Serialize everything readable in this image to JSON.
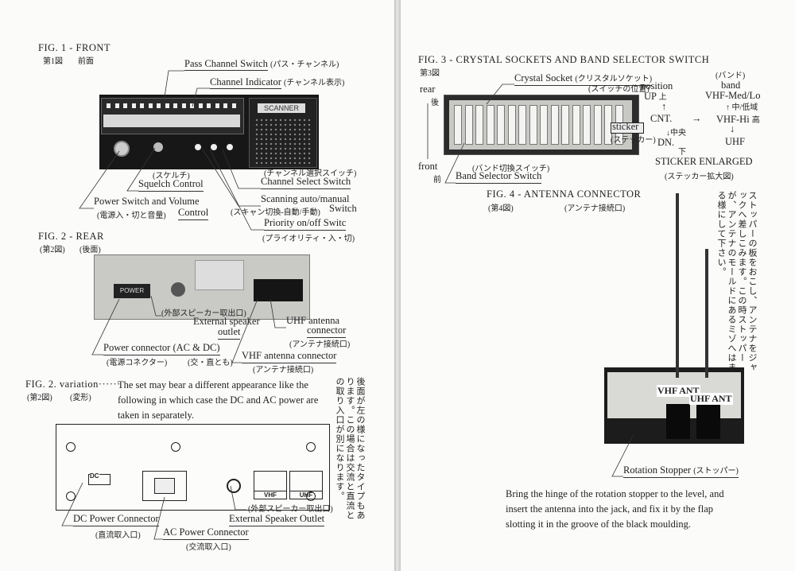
{
  "fig1": {
    "title": "FIG. 1 - FRONT",
    "title_jp": "第1図",
    "subtitle_jp": "前面",
    "scanner_label": "SCANNER",
    "labels": {
      "pass_channel": "Pass Channel Switch",
      "pass_channel_jp": "(パス・チャンネル)",
      "channel_indicator": "Channel Indicator",
      "channel_indicator_jp": "(チャンネル表示)",
      "squelch_jp": "(スケルチ)",
      "squelch": "Squelch Control",
      "channel_select_jp": "(チャンネル選択スイッチ)",
      "channel_select": "Channel Select Switch",
      "power_volume": "Power Switch and Volume",
      "power_volume_jp": "(電源入・切と音量)",
      "control": "Control",
      "scanning": "Scanning auto/manual",
      "scanning_jp": "(スキャン切換-自動/手動)",
      "switch": "Switch",
      "priority": "Priority on/off Switc",
      "priority_jp": "(プライオリティ・入・切)"
    }
  },
  "fig2": {
    "title": "FIG. 2 - REAR",
    "title_jp": "(第2図)",
    "subtitle_jp": "(後面)",
    "power_plate": "POWER",
    "labels": {
      "ext_speaker_jp": "(外部スピーカー取出口)",
      "ext_speaker": "External speaker",
      "outlet": "outlet",
      "uhf_antenna": "UHF antenna",
      "connector": "connector",
      "uhf_antenna_jp": "(アンテナ接続口)",
      "power_connector": "Power connector (AC & DC)",
      "power_connector_jp": "(電源コネクター)",
      "ac_dc_jp": "(交・直とも)",
      "vhf_antenna": "VHF antenna connector",
      "vhf_antenna_jp": "(アンテナ接続口)"
    }
  },
  "fig2v": {
    "title": "FIG. 2. variation",
    "dots": "······",
    "title_jp": "(第2図)",
    "subtitle_jp": "(変形)",
    "text": "The set may bear a different appearance like the following in which case the DC and AC power are taken in separately.",
    "vertical_jp": "後面が左の様になったタイプもあります。この場合は交流と直流との取り入口が別になります。",
    "dc_label": "DC",
    "vhf": "VHF",
    "uhf": "UHF",
    "labels": {
      "ext_jp": "(外部スピーカー取出口)",
      "dc_power": "DC Power Connector",
      "ext_speaker_outlet": "External Speaker Outlet",
      "dc_jp": "(直流取入口)",
      "ac_power": "AC Power Connector",
      "ac_jp": "(交流取入口)"
    }
  },
  "fig3": {
    "title": "FIG. 3 - CRYSTAL SOCKETS AND BAND SELECTOR SWITCH",
    "title_jp": "第3図",
    "rear": "rear",
    "rear_jp": "後",
    "front": "front",
    "front_jp": "前",
    "crystal_socket": "Crystal Socket",
    "crystal_socket_jp": "(クリスタルソケット)",
    "switch_position_jp": "(スイッチの位置)",
    "position": "position",
    "up": "UP",
    "up_jp": "上",
    "cnt": "CNT.",
    "center_jp": "中央",
    "dn": "DN.",
    "down_jp": "下",
    "sticker": "sticker",
    "sticker_jp": "(ステッカー)",
    "band_jp": "(バンド)",
    "band": "band",
    "vhf_med_lo": "VHF-Med/Lo",
    "med_lo_jp": "中/低域",
    "vhf_hi": "VHF-Hi",
    "high_jp": "高",
    "uhf": "UHF",
    "sticker_enlarged": "STICKER ENLARGED",
    "sticker_enlarged_jp": "(ステッカー拡大図)",
    "band_switch_jp": "(バンド切換スイッチ)",
    "band_selector": "Band Selector Switch"
  },
  "fig4": {
    "title": "FIG. 4 - ANTENNA CONNECTOR",
    "title_jp": "(第4図)",
    "subtitle_jp": "(アンテナ接続口)",
    "vertical_jp": "ストッパーの板をおこし、アンテナをジャックへ差しこみます。この時ストッパーが、アンテナのモールドにあるミゾへはまる様にして下さい。",
    "vhf_ant": "VHF ANT",
    "uhf_ant": "UHF ANT",
    "rotation_stopper": "Rotation Stopper",
    "rotation_stopper_jp": "(ストッパー)",
    "text": "Bring the hinge of the rotation stopper to the level, and insert the antenna into the jack, and fix it by the flap slotting it in the groove of the black moulding."
  }
}
